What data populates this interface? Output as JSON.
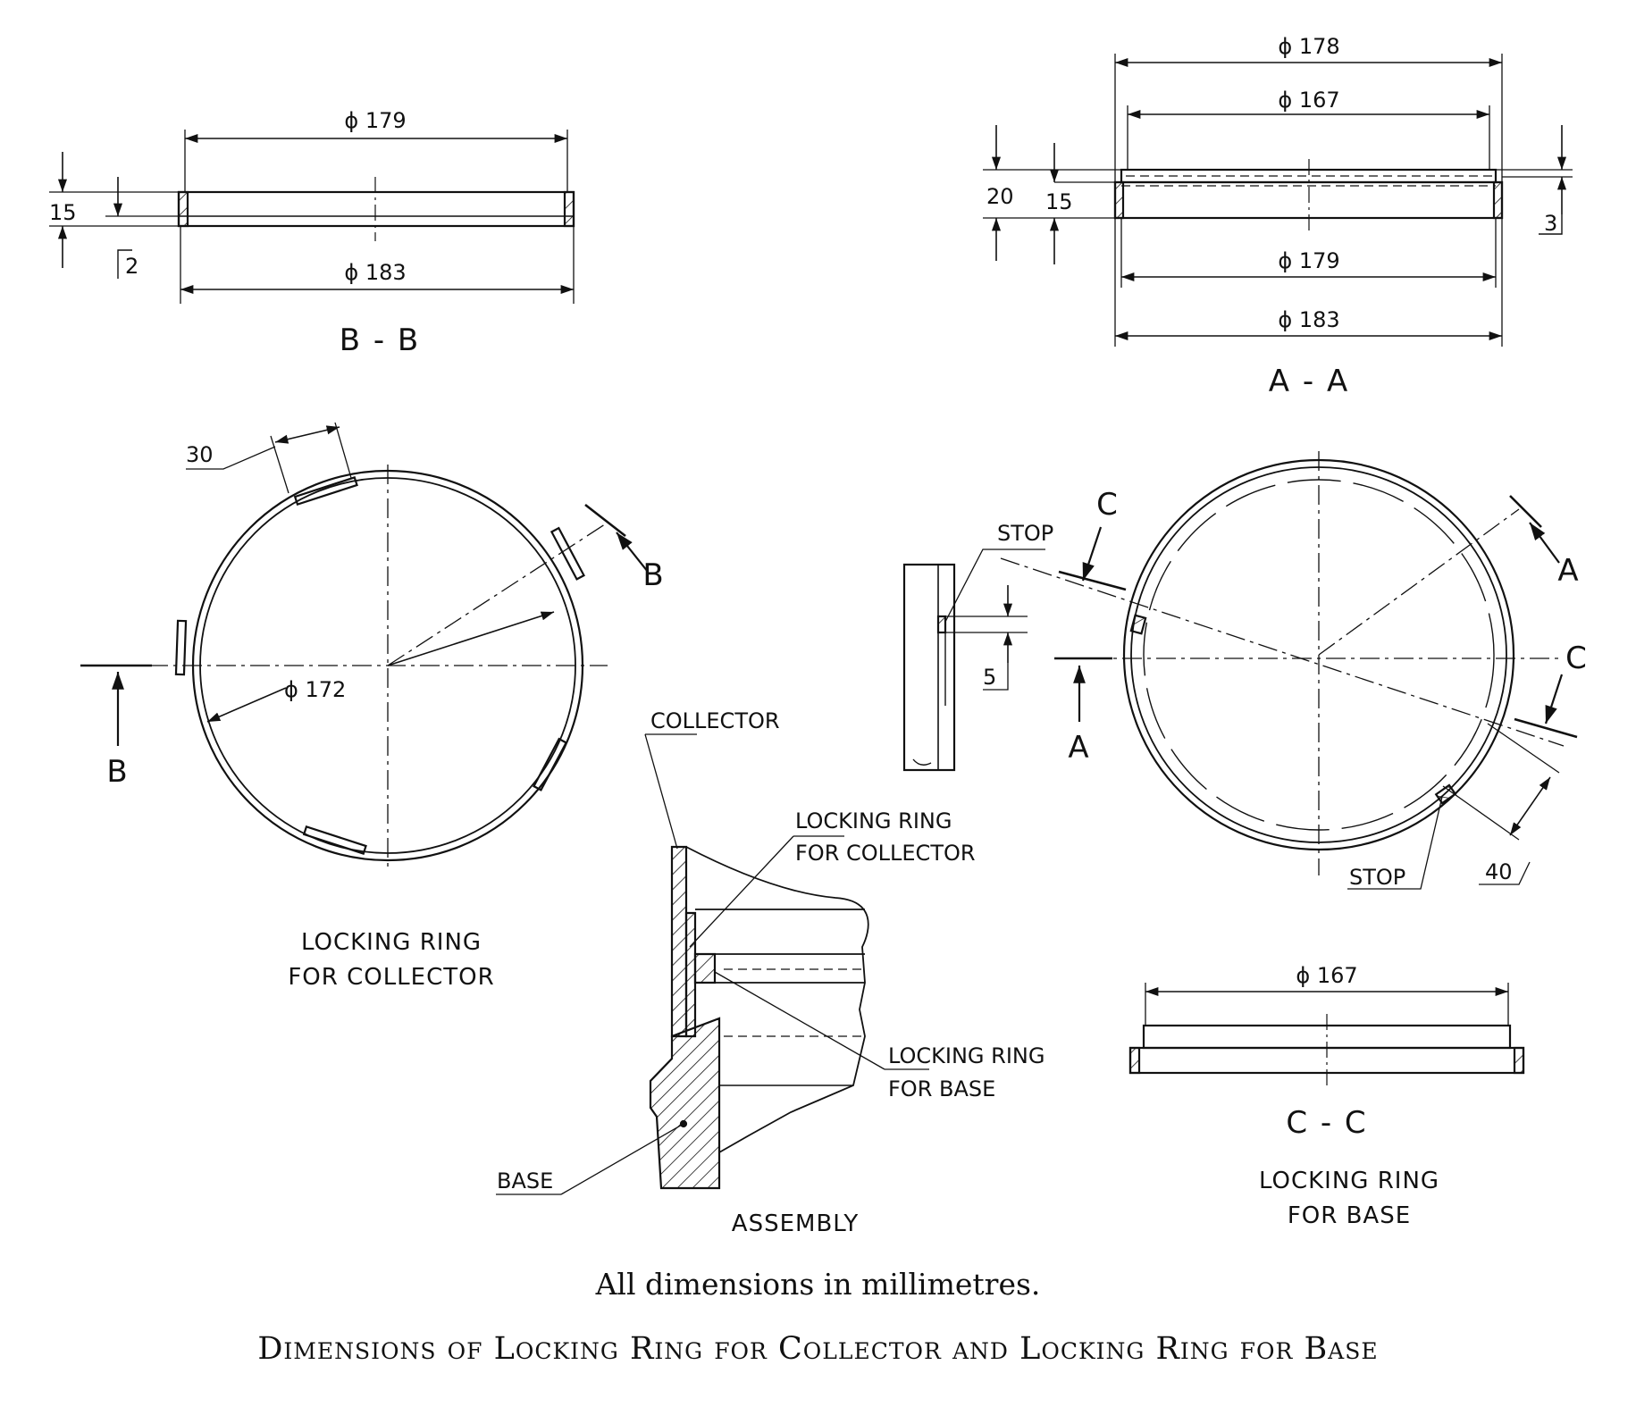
{
  "section_bb": {
    "title": "B - B",
    "dim_top": "ϕ 179",
    "dim_bottom": "ϕ 183",
    "dim_height": "15",
    "dim_lip": "2"
  },
  "section_aa": {
    "title": "A - A",
    "dim_178": "ϕ 178",
    "dim_167": "ϕ 167",
    "dim_179": "ϕ 179",
    "dim_183": "ϕ 183",
    "dim_20": "20",
    "dim_15": "15",
    "dim_3": "3"
  },
  "ring_collector": {
    "label_line1": "LOCKING RING",
    "label_line2": "FOR COLLECTOR",
    "dim_slot": "30",
    "dim_diameter": "ϕ 172",
    "section_mark": "B"
  },
  "ring_base": {
    "label_line1": "LOCKING RING",
    "label_line2": "FOR BASE",
    "section_mark_a": "A",
    "section_mark_c": "C",
    "stop_label": "STOP",
    "dim_40": "40"
  },
  "stop_detail": {
    "stop_label": "STOP",
    "dim_5": "5"
  },
  "section_cc": {
    "title": "C - C",
    "dim_167": "ϕ 167"
  },
  "assembly": {
    "title": "ASSEMBLY",
    "collector": "COLLECTOR",
    "ring_collector_1": "LOCKING RING",
    "ring_collector_2": "FOR COLLECTOR",
    "ring_base_1": "LOCKING RING",
    "ring_base_2": "FOR BASE",
    "base": "BASE"
  },
  "footer": {
    "note": "All dimensions in millimetres.",
    "caption": "Dimensions of Locking Ring for Collector and Locking Ring for Base"
  }
}
